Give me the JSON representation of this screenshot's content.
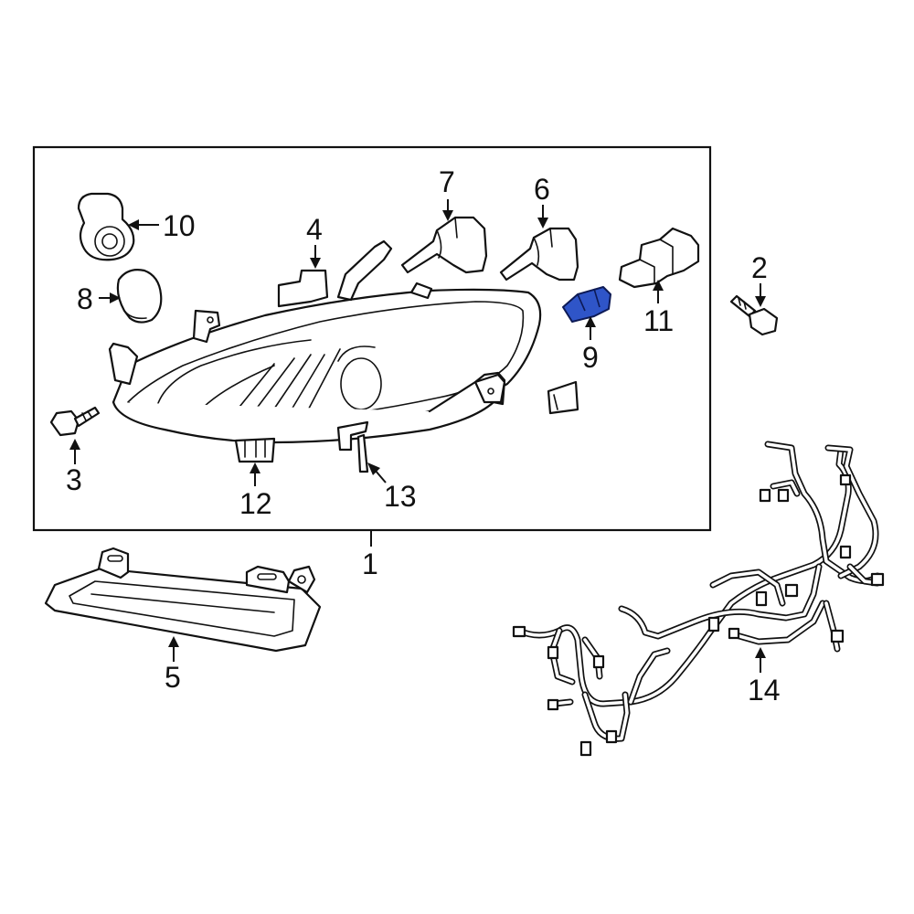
{
  "diagram": {
    "callouts": {
      "c1": "1",
      "c2": "2",
      "c3": "3",
      "c4": "4",
      "c5": "5",
      "c6": "6",
      "c7": "7",
      "c8": "8",
      "c9": "9",
      "c10": "10",
      "c11": "11",
      "c12": "12",
      "c13": "13",
      "c14": "14"
    },
    "highlighted_part": "9",
    "highlight_color": "#2f55c8",
    "line_color": "#111111",
    "background": "#ffffff"
  }
}
